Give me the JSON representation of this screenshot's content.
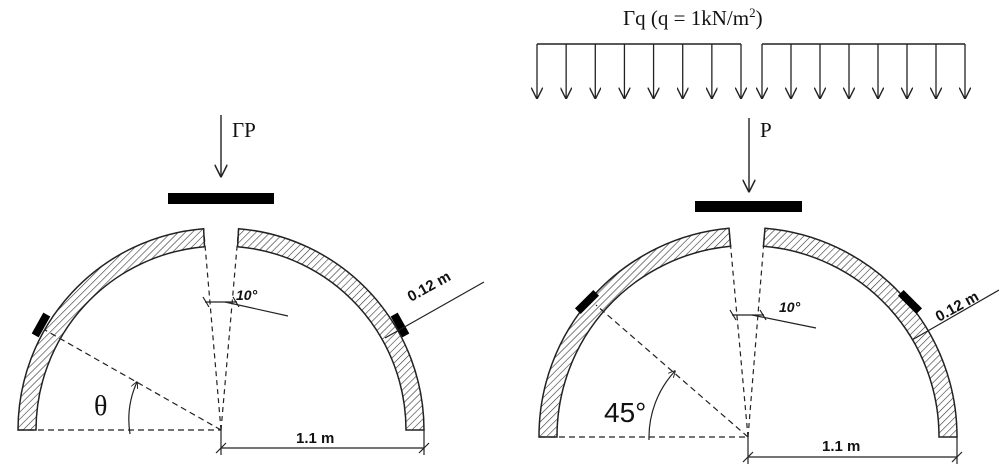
{
  "left_diagram": {
    "load_label": "ΓP",
    "gap_angle_label": "10°",
    "thickness_label": "0.12 m",
    "angle_label": "θ",
    "span_label": "1.1 m"
  },
  "right_diagram": {
    "distributed_load_label": "Γq (q = 1kN/m",
    "distributed_load_exponent": "2",
    "distributed_load_close": ")",
    "load_label": "P",
    "gap_angle_label": "10°",
    "thickness_label": "0.12 m",
    "angle_label": "45°",
    "span_label": "1.1 m"
  }
}
